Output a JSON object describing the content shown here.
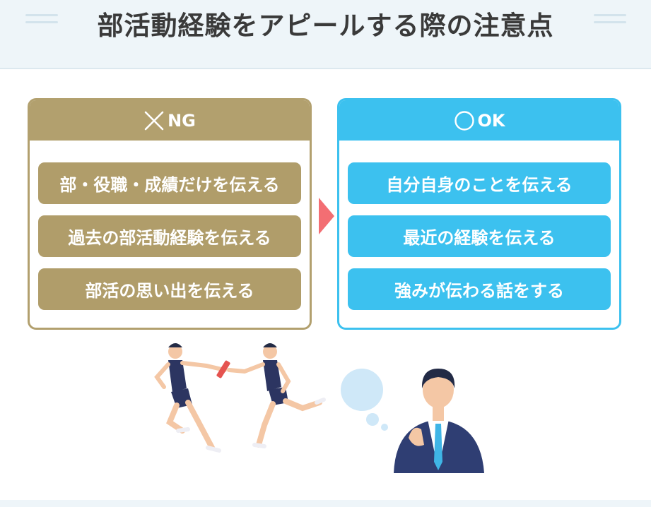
{
  "header": {
    "title": "部活動経験をアピールする際の注意点"
  },
  "ng_panel": {
    "title": "NG",
    "mark_icon": "cross-icon",
    "items": [
      "部・役職・成績だけを伝える",
      "過去の部活動経験を伝える",
      "部活の思い出を伝える"
    ]
  },
  "ok_panel": {
    "title": "OK",
    "mark_icon": "circle-icon",
    "items": [
      "自分自身のことを伝える",
      "最近の経験を伝える",
      "強みが伝わる話をする"
    ]
  },
  "colors": {
    "ng": "#b2a06e",
    "ok": "#3cc1ef",
    "arrow": "#f36e73",
    "header_bg": "#eef5f9",
    "title_text": "#3a3a3a"
  }
}
